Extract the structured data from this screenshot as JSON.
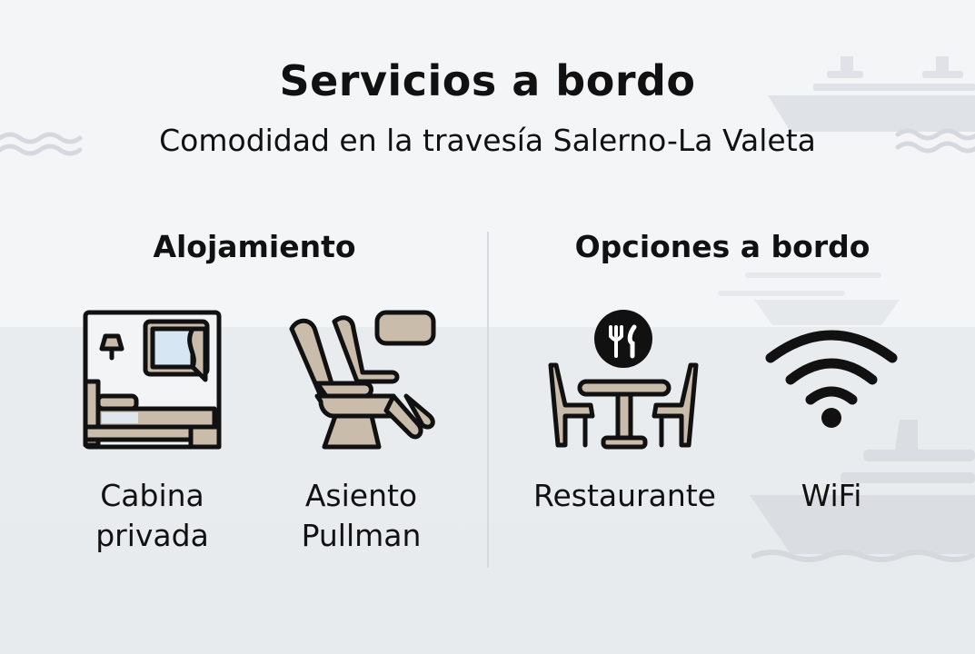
{
  "header": {
    "title": "Servicios a bordo",
    "subtitle": "Comodidad en la travesía Salerno-La Valeta"
  },
  "sections": [
    {
      "title": "Alojamiento",
      "items": [
        {
          "icon": "cabin-bed-icon",
          "label_line1": "Cabina",
          "label_line2": "privada"
        },
        {
          "icon": "reclining-seat-icon",
          "label_line1": "Asiento",
          "label_line2": "Pullman"
        }
      ]
    },
    {
      "title": "Opciones a bordo",
      "items": [
        {
          "icon": "restaurant-table-icon",
          "label_line1": "Restaurante"
        },
        {
          "icon": "wifi-icon",
          "label_line1": "WiFi"
        }
      ]
    }
  ],
  "colors": {
    "background_top": "#f4f5f7",
    "background_bottom": "#e9ecef",
    "icon_fill": "#c9bcaa",
    "icon_stroke": "#111111",
    "window_glass": "#d6e6f2",
    "decor": "#d5d9de"
  }
}
